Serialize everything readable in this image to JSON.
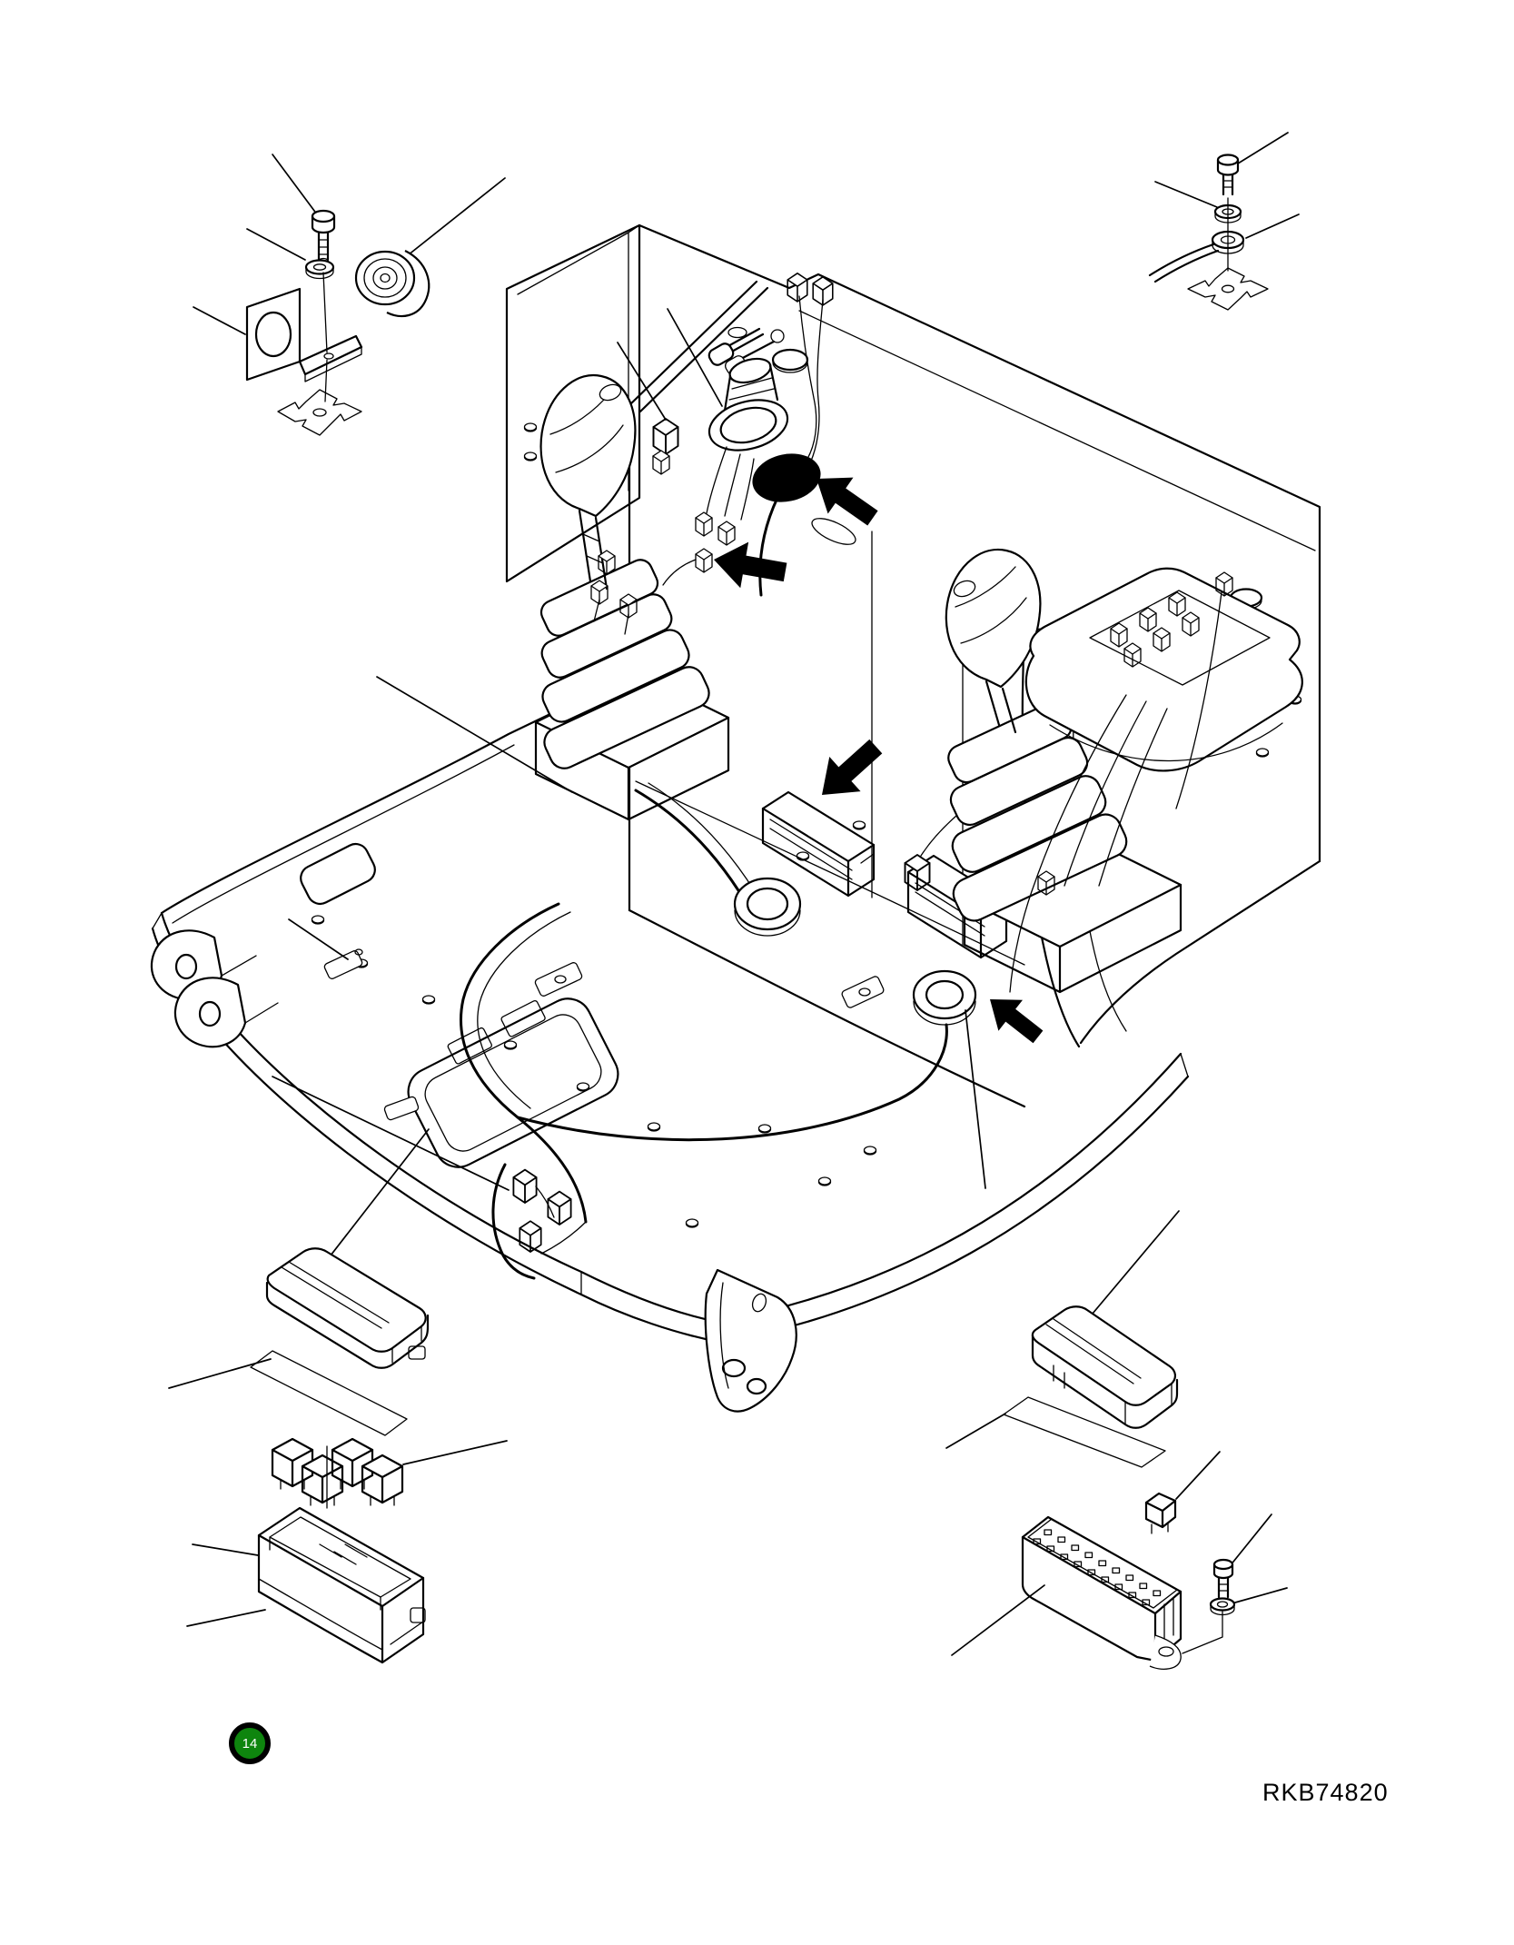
{
  "page": {
    "background_color": "#ffffff",
    "line_color": "#000000",
    "figure_code": "RKB74820",
    "sheet_badge": {
      "number": "14",
      "fill_color": "#0e850e",
      "ring_color": "#000000",
      "text_color": "#ffffff"
    },
    "arrows": [
      {
        "name": "harness-grommet-arrow",
        "direction": "up-left"
      },
      {
        "name": "harness-connector-arrow",
        "direction": "left"
      },
      {
        "name": "relay-box-arrow",
        "direction": "down-left"
      },
      {
        "name": "lower-grommet-arrow",
        "direction": "up-left"
      }
    ],
    "part_groups": {
      "top_left_hardware": [
        "bolt",
        "washer",
        "buzzer",
        "mounting-bracket",
        "mount-surface-target"
      ],
      "top_right_hardware": [
        "bolt",
        "washer",
        "ring-terminal-with-wire",
        "mount-surface-target"
      ],
      "cab_assembly": [
        "floor-plate",
        "left-joystick",
        "right-joystick",
        "switch-console",
        "ignition-switch-with-keys",
        "wiring-harness",
        "harness-grommets",
        "relay-boxes",
        "support-bracket"
      ],
      "bottom_left_fuse_box": [
        "cover",
        "label-plate",
        "relays",
        "fuse-box-base"
      ],
      "bottom_right_fuse_block": [
        "cover",
        "label-plate",
        "blade-fuse",
        "fuse-terminal-block",
        "bolt",
        "washer"
      ]
    }
  }
}
